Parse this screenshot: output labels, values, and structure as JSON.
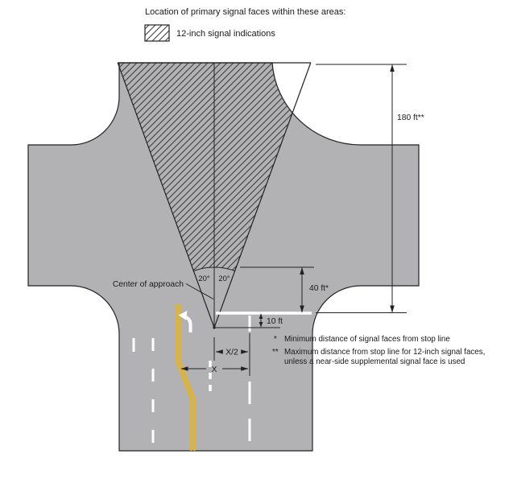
{
  "title": "Location of primary signal faces within these areas:",
  "legend": {
    "label": "12-inch signal indications"
  },
  "labels": {
    "center_of_approach": "Center of approach",
    "angle_left": "20°",
    "angle_right": "20°",
    "dim_180": "180 ft**",
    "dim_40": "40 ft*",
    "dim_10": "10 ft",
    "dim_x2": "X/2",
    "dim_x": "X"
  },
  "footnotes": {
    "fn1_marker": "*",
    "fn1_text": "Minimum distance of signal faces from stop line",
    "fn2_marker": "**",
    "fn2_line1": "Maximum distance from stop line for 12-inch signal faces,",
    "fn2_line2": "unless a near-side supplemental signal face is used"
  },
  "colors": {
    "road": "#b2b2b4",
    "line": "#222222",
    "hatch": "#3a3a3a",
    "mark_white": "#ffffff",
    "mark_yellow": "#f0b400"
  }
}
